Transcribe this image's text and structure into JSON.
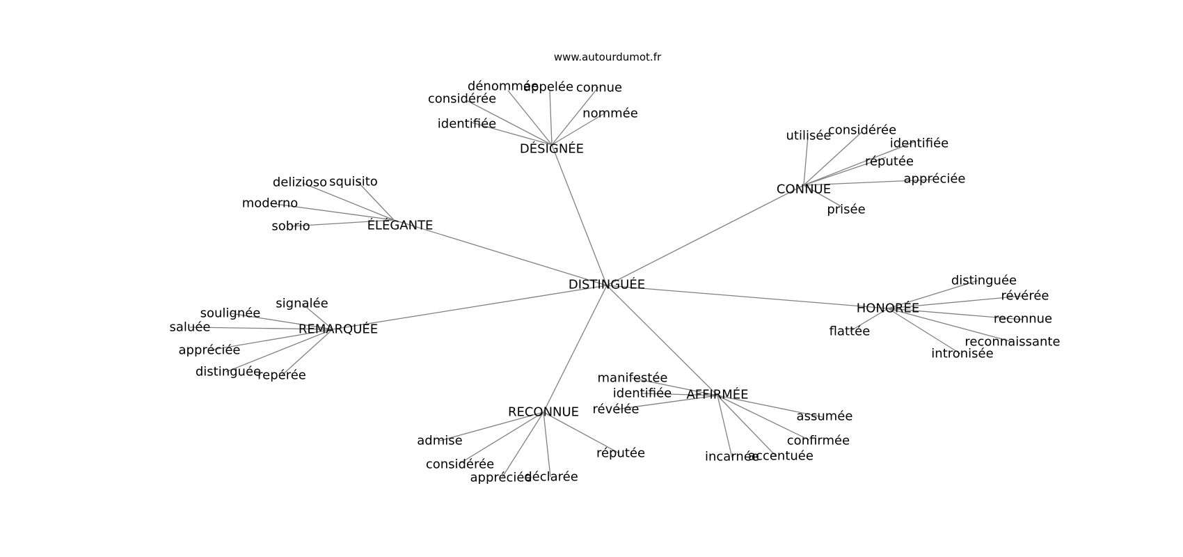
{
  "watermark": "www.autourdumot.fr",
  "colors": {
    "edge": "#808080",
    "text": "#000000",
    "background": "#ffffff"
  },
  "center": {
    "id": "center",
    "label": "DISTINGUÉE"
  },
  "hubs": [
    {
      "id": "designee",
      "label": "DÉSIGNÉE",
      "children": [
        {
          "id": "designee-denommee",
          "label": "dénommée"
        },
        {
          "id": "designee-appelee",
          "label": "appelée"
        },
        {
          "id": "designee-connue",
          "label": "connue"
        },
        {
          "id": "designee-consideree",
          "label": "considérée"
        },
        {
          "id": "designee-nommee",
          "label": "nommée"
        },
        {
          "id": "designee-identifiee",
          "label": "identifiée"
        }
      ]
    },
    {
      "id": "connue",
      "label": "CONNUE",
      "children": [
        {
          "id": "connue-utilisee",
          "label": "utilisée"
        },
        {
          "id": "connue-consideree",
          "label": "considérée"
        },
        {
          "id": "connue-identifiee",
          "label": "identifiée"
        },
        {
          "id": "connue-reputee",
          "label": "réputée"
        },
        {
          "id": "connue-appreciee",
          "label": "appréciée"
        },
        {
          "id": "connue-prisee",
          "label": "prisée"
        }
      ]
    },
    {
      "id": "elegante",
      "label": "ÉLÉGANTE",
      "children": [
        {
          "id": "elegante-delizioso",
          "label": "delizioso"
        },
        {
          "id": "elegante-squisito",
          "label": "squisito"
        },
        {
          "id": "elegante-moderno",
          "label": "moderno"
        },
        {
          "id": "elegante-sobrio",
          "label": "sobrio"
        }
      ]
    },
    {
      "id": "honoree",
      "label": "HONORÉE",
      "children": [
        {
          "id": "honoree-distinguee",
          "label": "distinguée"
        },
        {
          "id": "honoree-reveree",
          "label": "révérée"
        },
        {
          "id": "honoree-reconnue",
          "label": "reconnue"
        },
        {
          "id": "honoree-flattee",
          "label": "flattée"
        },
        {
          "id": "honoree-reconnaissante",
          "label": "reconnaissante"
        },
        {
          "id": "honoree-intronisee",
          "label": "intronisée"
        }
      ]
    },
    {
      "id": "remarquee",
      "label": "REMARQUÉE",
      "children": [
        {
          "id": "remarquee-signalee",
          "label": "signalée"
        },
        {
          "id": "remarquee-soulignee",
          "label": "soulignée"
        },
        {
          "id": "remarquee-saluee",
          "label": "saluée"
        },
        {
          "id": "remarquee-appreciee",
          "label": "appréciée"
        },
        {
          "id": "remarquee-distinguee",
          "label": "distinguée"
        },
        {
          "id": "remarquee-reperee",
          "label": "repérée"
        }
      ]
    },
    {
      "id": "affirmee",
      "label": "AFFIRMÉE",
      "children": [
        {
          "id": "affirmee-manifestee",
          "label": "manifestée"
        },
        {
          "id": "affirmee-identifiee",
          "label": "identifiée"
        },
        {
          "id": "affirmee-revelee",
          "label": "révélée"
        },
        {
          "id": "affirmee-assumee",
          "label": "assumée"
        },
        {
          "id": "affirmee-confirmee",
          "label": "confirmée"
        },
        {
          "id": "affirmee-incarnee",
          "label": "incarnée"
        },
        {
          "id": "affirmee-accentuee",
          "label": "accentuée"
        }
      ]
    },
    {
      "id": "reconnue",
      "label": "RECONNUE",
      "children": [
        {
          "id": "reconnue-admise",
          "label": "admise"
        },
        {
          "id": "reconnue-consideree",
          "label": "considérée"
        },
        {
          "id": "reconnue-appreciee",
          "label": "appréciée"
        },
        {
          "id": "reconnue-declaree",
          "label": "déclarée"
        },
        {
          "id": "reconnue-reputee",
          "label": "réputée"
        }
      ]
    }
  ]
}
